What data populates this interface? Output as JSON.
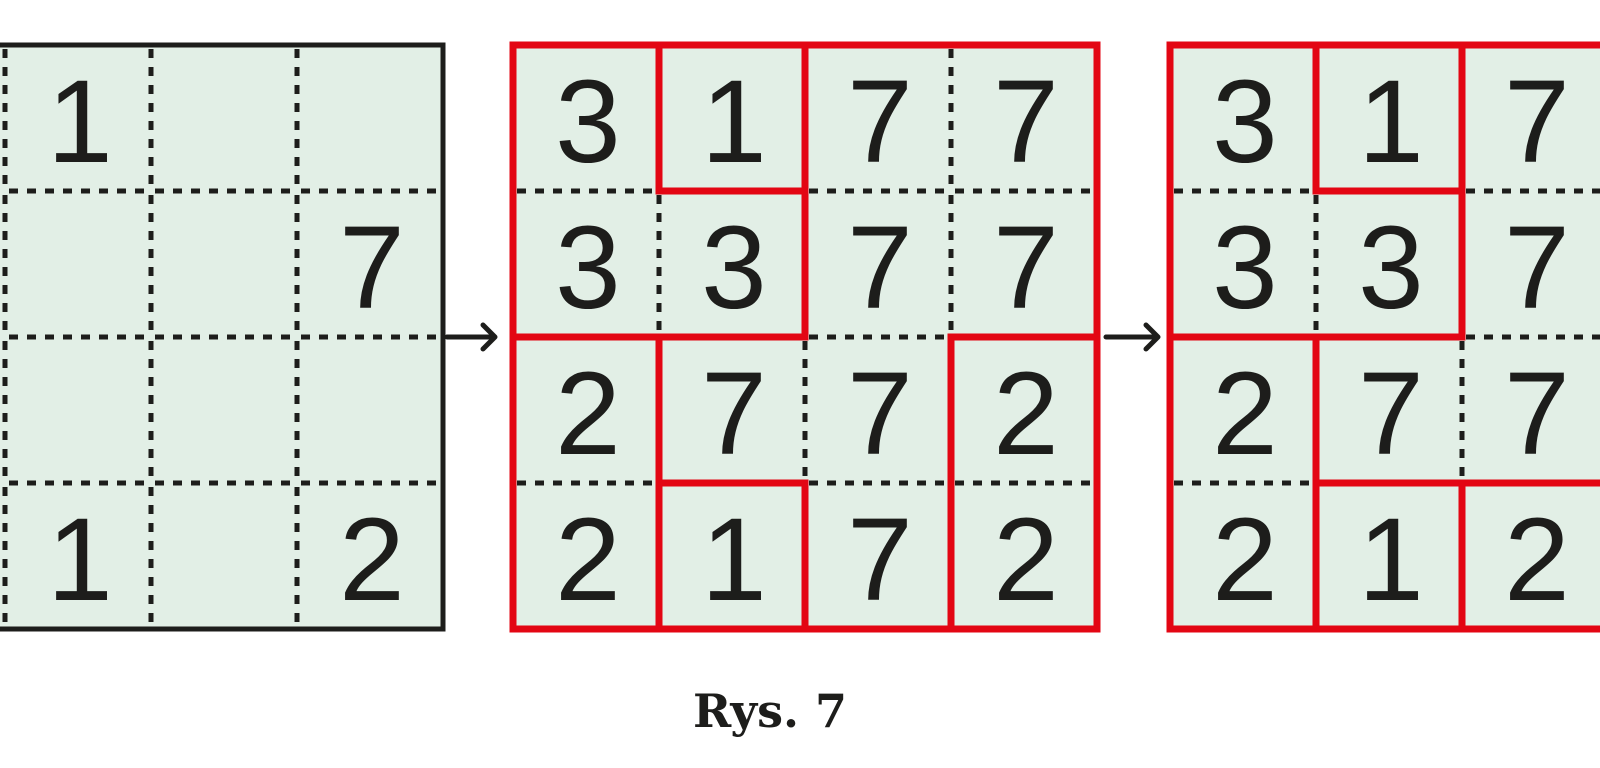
{
  "colors": {
    "cell_bg": "#e2efe6",
    "red": "#e30613",
    "ink": "#1d1d1b"
  },
  "caption": "Rys. 7",
  "grids": [
    {
      "name": "initial-grid",
      "border": "black",
      "values": [
        [
          "",
          "1",
          "",
          ""
        ],
        [
          "",
          "",
          "",
          "7"
        ],
        [
          "",
          "",
          "",
          ""
        ],
        [
          "",
          "1",
          "",
          "2"
        ]
      ],
      "regions": [
        [
          "a",
          "a",
          "a",
          "a"
        ],
        [
          "a",
          "a",
          "a",
          "a"
        ],
        [
          "a",
          "a",
          "a",
          "a"
        ],
        [
          "a",
          "a",
          "a",
          "a"
        ]
      ]
    },
    {
      "name": "intermediate-grid",
      "border": "red",
      "values": [
        [
          "3",
          "1",
          "7",
          "7"
        ],
        [
          "3",
          "3",
          "7",
          "7"
        ],
        [
          "2",
          "7",
          "7",
          "2"
        ],
        [
          "2",
          "1",
          "7",
          "2"
        ]
      ],
      "regions": [
        [
          "a",
          "b",
          "c",
          "c"
        ],
        [
          "a",
          "a",
          "c",
          "c"
        ],
        [
          "d",
          "c",
          "c",
          "g"
        ],
        [
          "d",
          "e",
          "c",
          "g"
        ]
      ]
    },
    {
      "name": "final-grid",
      "border": "red",
      "values": [
        [
          "3",
          "1",
          "7",
          ""
        ],
        [
          "3",
          "3",
          "7",
          ""
        ],
        [
          "2",
          "7",
          "7",
          ""
        ],
        [
          "2",
          "1",
          "2",
          ""
        ]
      ],
      "regions": [
        [
          "a",
          "b",
          "c",
          "c"
        ],
        [
          "a",
          "a",
          "c",
          "c"
        ],
        [
          "d",
          "c",
          "c",
          "c"
        ],
        [
          "d",
          "e",
          "f",
          "f"
        ]
      ]
    }
  ],
  "arrows": [
    "arrow-right-icon",
    "arrow-right-icon"
  ]
}
